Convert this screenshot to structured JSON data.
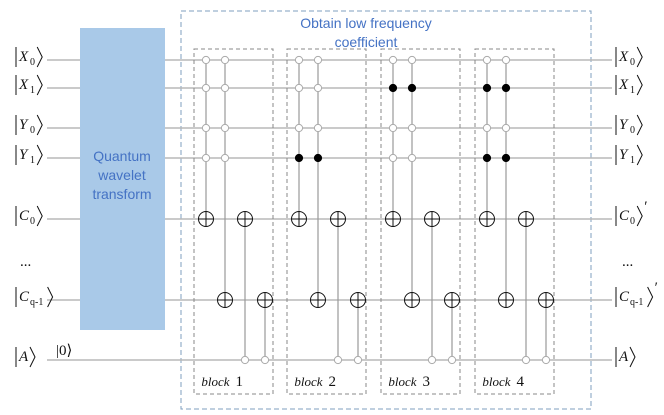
{
  "outer_box": {
    "title_line1": "Obtain low frequency",
    "title_line2": "coefficient"
  },
  "qwt_box": {
    "line1": "Quantum",
    "line2": "wavelet",
    "line3": "transform",
    "color": "#a9c9e8"
  },
  "ancilla_init": "|0⟩",
  "dots": "...",
  "left_labels": [
    {
      "base": "X",
      "sub": "0"
    },
    {
      "base": "X",
      "sub": "1"
    },
    {
      "base": "Y",
      "sub": "0"
    },
    {
      "base": "Y",
      "sub": "1"
    },
    {
      "base": "C",
      "sub": "0"
    },
    {
      "base": "C",
      "sub": "q-1"
    },
    {
      "base": "A",
      "sub": ""
    }
  ],
  "right_labels": [
    {
      "base": "X",
      "sub": "0",
      "prime": ""
    },
    {
      "base": "X",
      "sub": "1",
      "prime": ""
    },
    {
      "base": "Y",
      "sub": "0",
      "prime": ""
    },
    {
      "base": "Y",
      "sub": "1",
      "prime": ""
    },
    {
      "base": "C",
      "sub": "0",
      "prime": "′"
    },
    {
      "base": "C",
      "sub": "q-1",
      "prime": "′"
    },
    {
      "base": "A",
      "sub": "",
      "prime": ""
    }
  ],
  "blocks": [
    {
      "label_word": "block",
      "label_num": "1",
      "x_controls": "oo",
      "y_controls": "oo"
    },
    {
      "label_word": "block",
      "label_num": "2",
      "x_controls": "oo",
      "y_controls": "●●"
    },
    {
      "label_word": "block",
      "label_num": "3",
      "x_controls": "●●",
      "y_controls": "oo"
    },
    {
      "label_word": "block",
      "label_num": "4",
      "x_controls": "●●",
      "y_controls": "●●"
    }
  ],
  "colors": {
    "dashed_box": "#7f9fbf",
    "title": "#4472c4",
    "wire": "#b8b8b8"
  }
}
